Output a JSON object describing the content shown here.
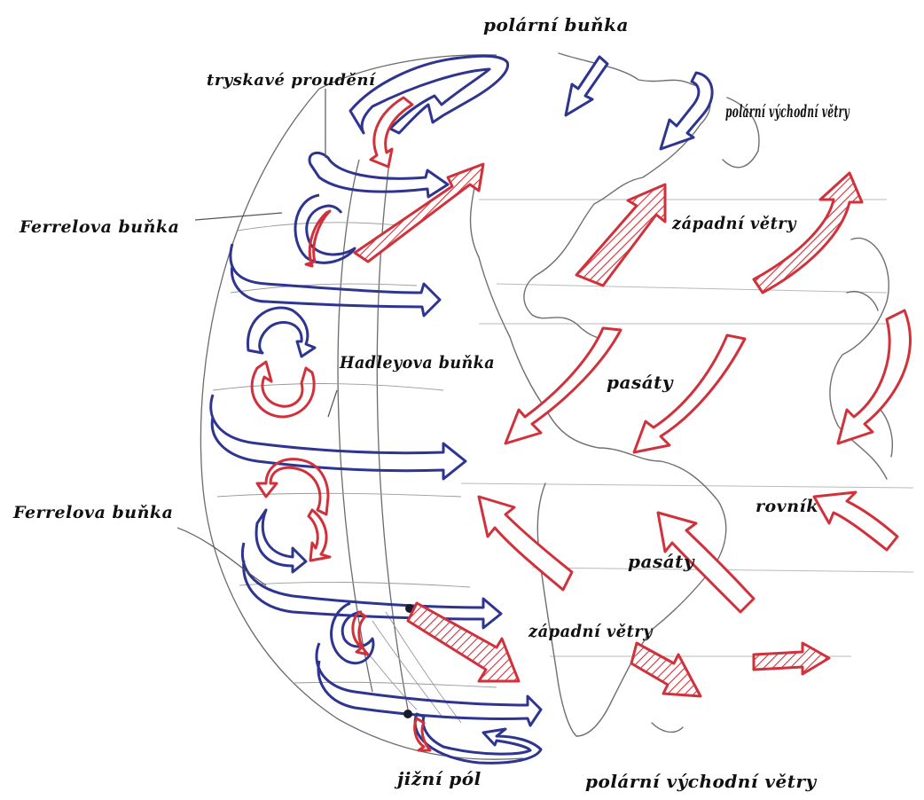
{
  "labels": {
    "polar_cell": "polární buňka",
    "jet_stream": "tryskavé proudění",
    "polar_easterlies_north": "polární východní větry",
    "ferrel_cell_north": "Ferrelova buňka",
    "westerlies_north": "západní větry",
    "hadley_cell": "Hadleyova buňka",
    "trade_winds_north": "pasáty",
    "equator": "rovník",
    "ferrel_cell_south": "Ferrelova buňka",
    "trade_winds_south": "pasáty",
    "westerlies_south": "západní větry",
    "south_pole": "jižní pól",
    "polar_easterlies_south": "polární východní větry"
  },
  "colors": {
    "blue": "#2e3590",
    "red": "#d0313a",
    "outline": "#6b6b6b",
    "text": "#111111"
  },
  "icons": [
    "wind-arrow-red",
    "circulation-arrow-blue",
    "jet-stream-arrow-blue"
  ]
}
